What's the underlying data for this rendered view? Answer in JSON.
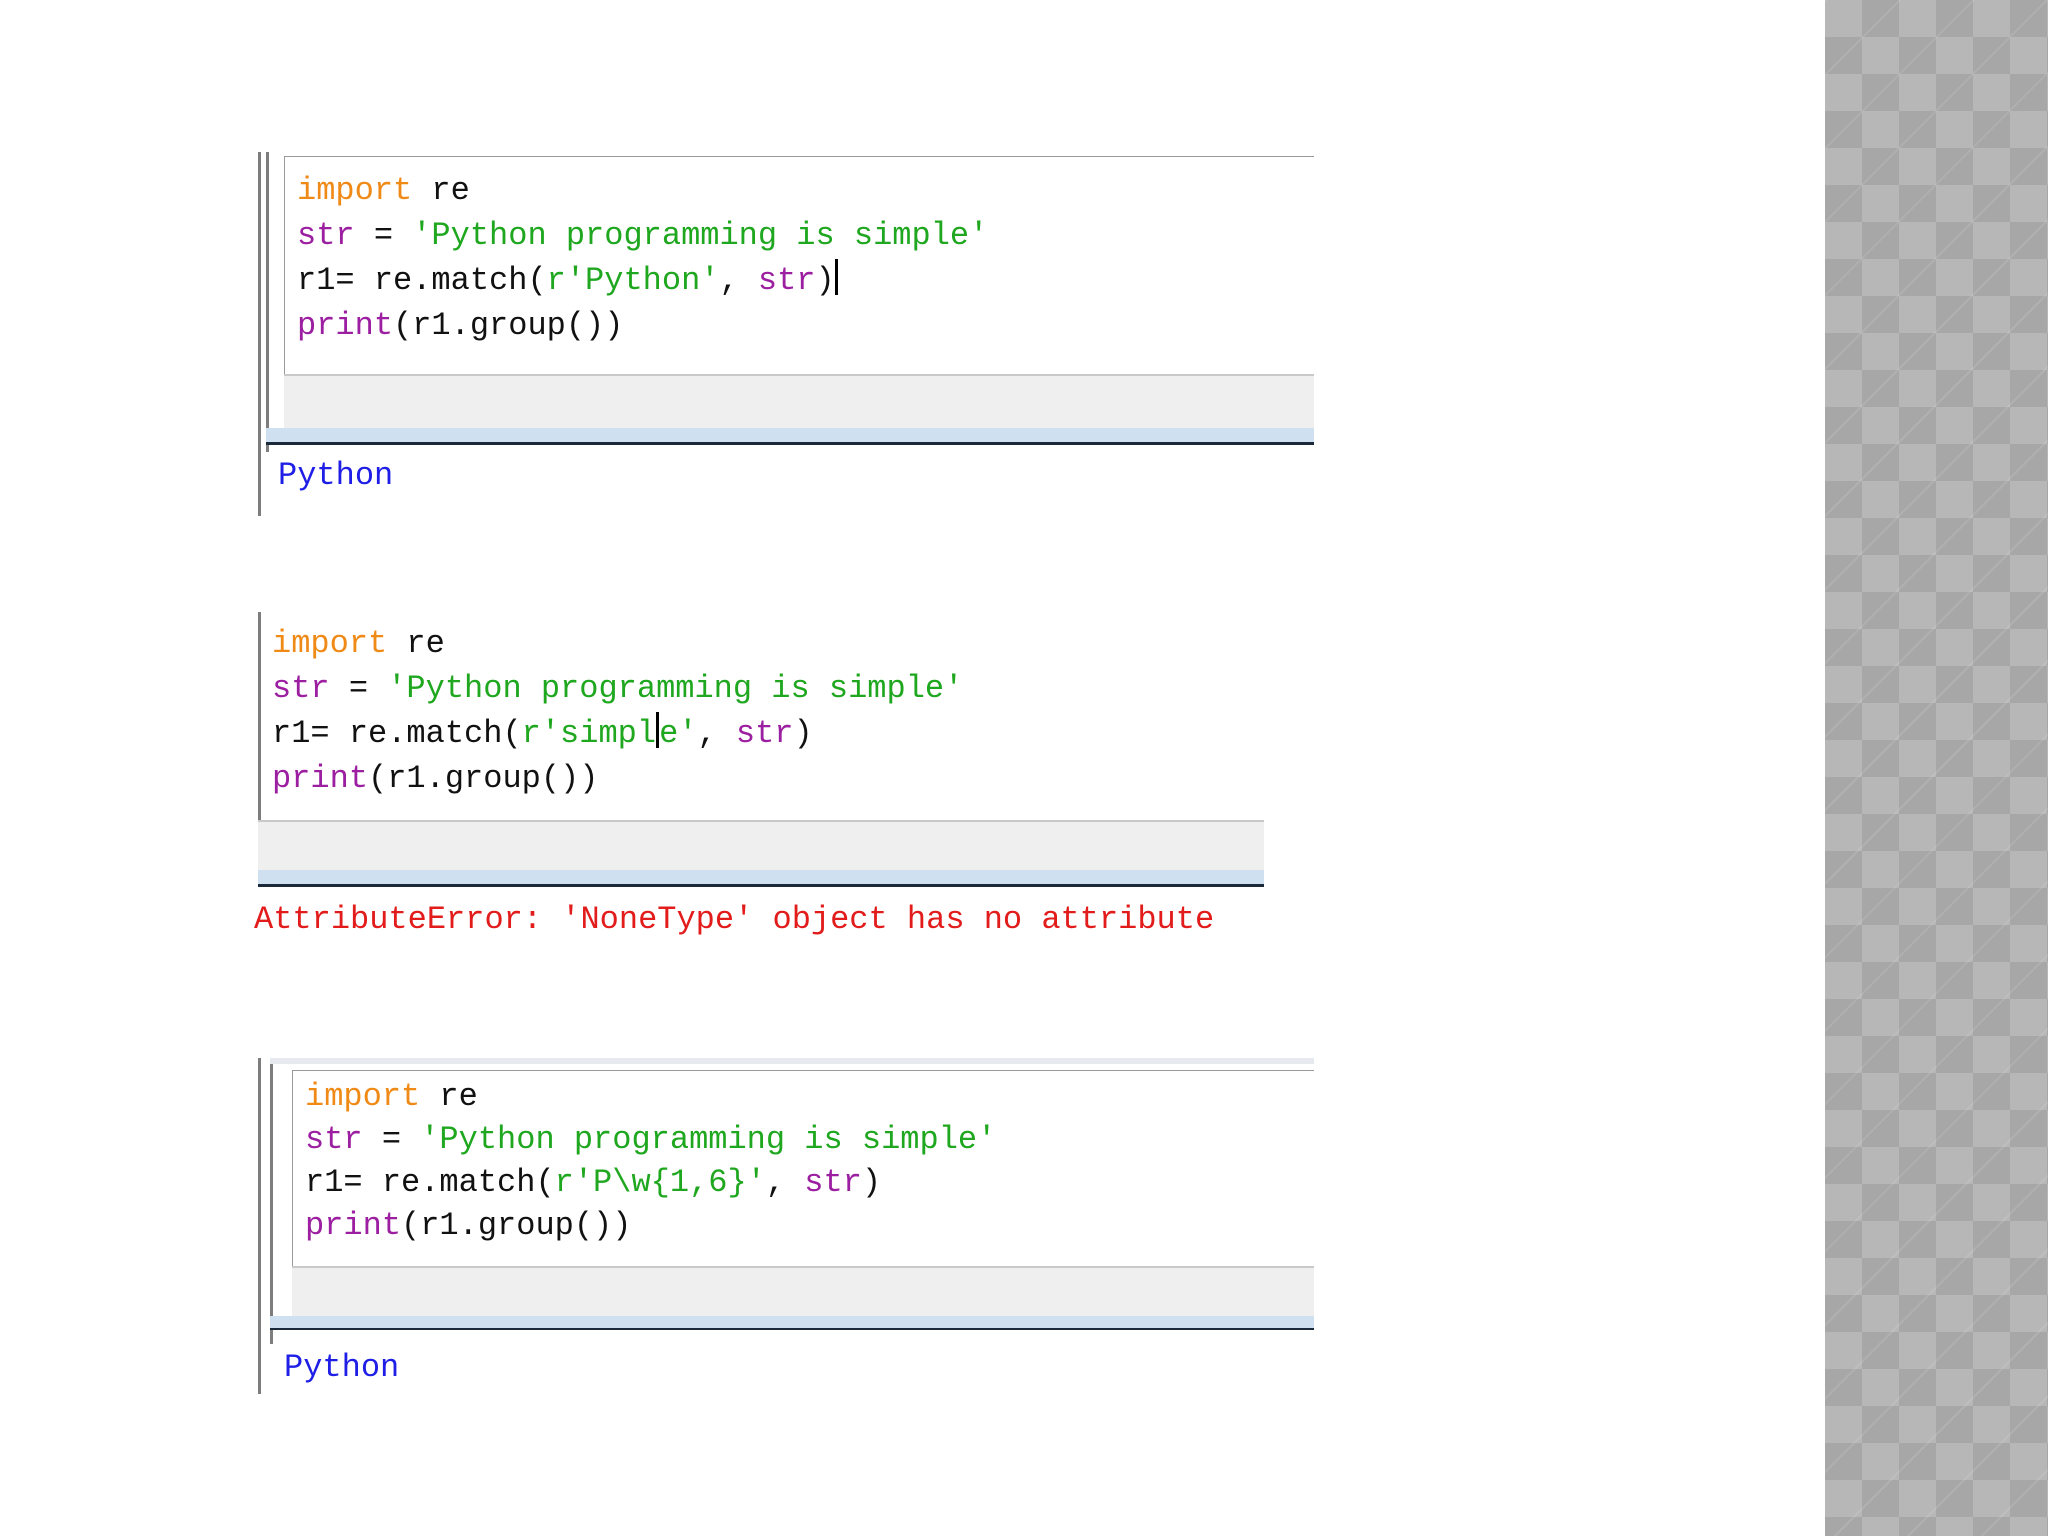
{
  "snippet1": {
    "code": {
      "line1_kw": "import",
      "line1_rest": " re",
      "line2_var": "str",
      "line2_eq": " = ",
      "line2_str": "'Python programming is simple'",
      "line3_pre": "r1= re.match(",
      "line3_str": "r'Python'",
      "line3_mid": ", ",
      "line3_var": "str",
      "line3_post": ")",
      "line4_fn": "print",
      "line4_rest": "(r1.group())"
    },
    "output": "Python"
  },
  "snippet2": {
    "code": {
      "line1_kw": "import",
      "line1_rest": " re",
      "line2_var": "str",
      "line2_eq": " = ",
      "line2_str": "'Python programming is simple'",
      "line3_pre": "r1= re.match(",
      "line3_str_a": "r'simpl",
      "line3_str_b": "e'",
      "line3_mid": ", ",
      "line3_var": "str",
      "line3_post": ")",
      "line4_fn": "print",
      "line4_rest": "(r1.group())"
    },
    "output": "AttributeError: 'NoneType' object has no attribute"
  },
  "snippet3": {
    "code": {
      "line1_kw": "import",
      "line1_rest": " re",
      "line2_var": "str",
      "line2_eq": " = ",
      "line2_str": "'Python programming is simple'",
      "line3_pre": "r1= re.match(",
      "line3_str": "r'P\\w{1,6}'",
      "line3_mid": ", ",
      "line3_var": "str",
      "line3_post": ")",
      "line4_fn": "print",
      "line4_rest": "(r1.group())"
    },
    "output": "Python"
  },
  "colors": {
    "keyword": "#f08a17",
    "builtin": "#9b1fa0",
    "string": "#1fa71f",
    "output_ok": "#1e1ee6",
    "output_error": "#e21b1b"
  }
}
